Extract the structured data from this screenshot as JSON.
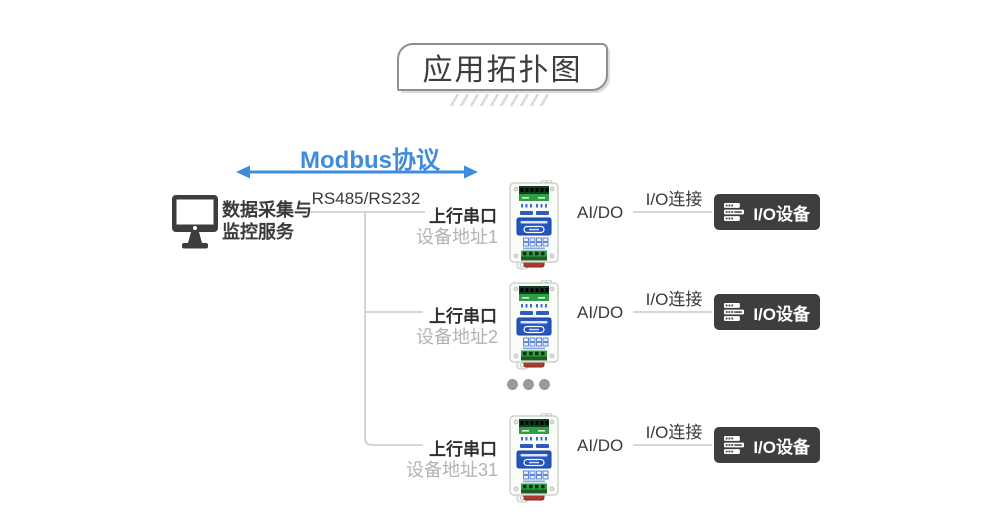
{
  "header": {
    "title": "应用拓扑图"
  },
  "protocol": {
    "label": "Modbus协议",
    "bus_label": "RS485/RS232"
  },
  "server": {
    "line1": "数据采集与",
    "line2": "监控服务"
  },
  "branches": [
    {
      "uplink_label": "上行串口",
      "address_label": "设备地址1",
      "signal_label": "AI/DO",
      "link_label": "I/O连接",
      "device_label": "I/O设备"
    },
    {
      "uplink_label": "上行串口",
      "address_label": "设备地址2",
      "signal_label": "AI/DO",
      "link_label": "I/O连接",
      "device_label": "I/O设备"
    },
    {
      "uplink_label": "上行串口",
      "address_label": "设备地址31",
      "signal_label": "AI/DO",
      "link_label": "I/O连接",
      "device_label": "I/O设备"
    }
  ],
  "colors": {
    "accent_blue": "#3f8cdd",
    "dark_gray": "#3e3e3e",
    "line_gray": "#c9c9c9",
    "muted_text": "#b3b3b3",
    "module_green": "#2f9e44",
    "module_blue": "#2456c0",
    "module_red": "#ab3a2c"
  }
}
